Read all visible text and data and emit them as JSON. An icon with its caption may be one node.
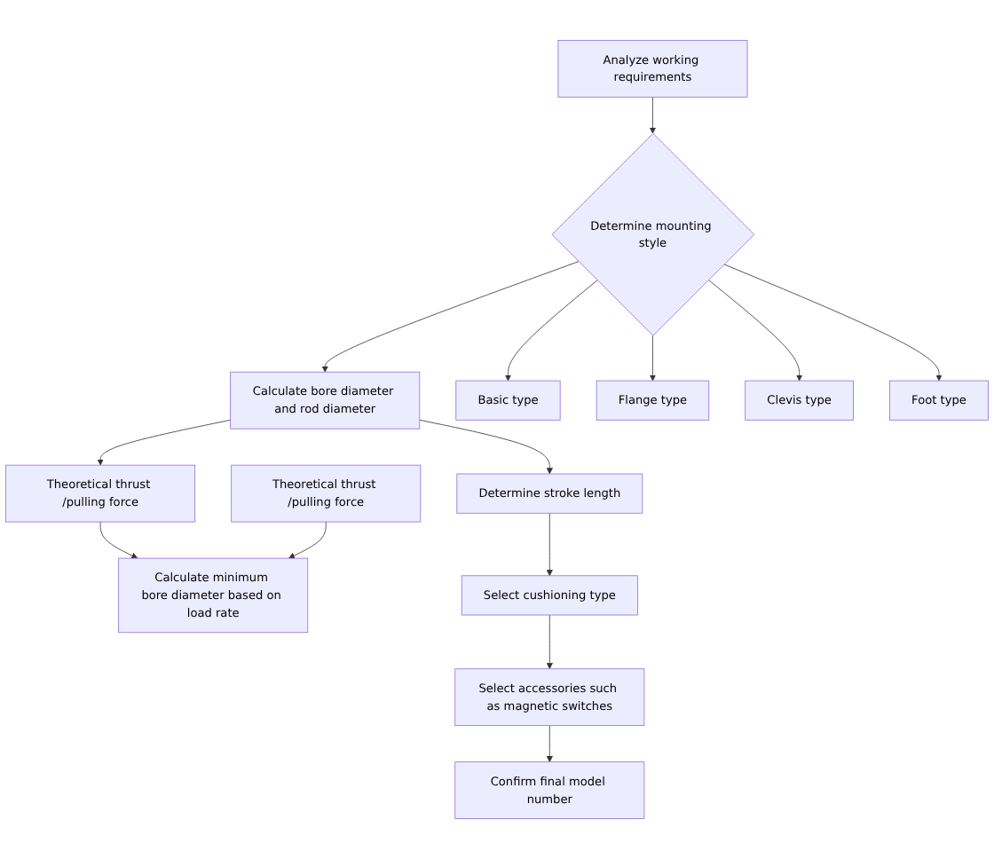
{
  "diagram": {
    "nodes": [
      {
        "text": [
          "Analyze working requirements"
        ]
      },
      {
        "text": [
          "Determine mounting style"
        ]
      },
      {
        "text": [
          "Calculate bore diameter and rod diameter"
        ]
      },
      {
        "text": [
          "Basic type"
        ]
      },
      {
        "text": [
          "Flange type"
        ]
      },
      {
        "text": [
          "Clevis type"
        ]
      },
      {
        "text": [
          "Foot type"
        ]
      },
      {
        "text": [
          "Determine stroke length"
        ]
      },
      {
        "text": [
          "Theoretical thrust /pulling force"
        ]
      },
      {
        "text": [
          "Theoretical thrust /pulling force"
        ]
      },
      {
        "text": [
          "Calculate minimum bore diameter based on load rate"
        ]
      },
      {
        "text": [
          "Select cushioning type"
        ]
      },
      {
        "text": [
          "Select accessories such as magnetic switches"
        ]
      },
      {
        "text": [
          "Confirm final model number"
        ]
      }
    ],
    "edges": [
      {
        "from": 0,
        "to": 1,
        "arrow": "to"
      },
      {
        "from": 1,
        "to": 2,
        "arrow": "to"
      },
      {
        "from": 1,
        "to": 3,
        "arrow": "to"
      },
      {
        "from": 1,
        "to": 4,
        "arrow": "to"
      },
      {
        "from": 1,
        "to": 5,
        "arrow": "to"
      },
      {
        "from": 1,
        "to": 6,
        "arrow": "to"
      },
      {
        "from": 2,
        "to": 7,
        "arrow": "to"
      },
      {
        "from": 2,
        "to": 8,
        "arrow": "to"
      },
      {
        "from": 8,
        "to": 10,
        "arrow": "to"
      },
      {
        "from": 9,
        "to": 10,
        "arrow": "to"
      },
      {
        "from": 7,
        "to": 11,
        "arrow": "to"
      },
      {
        "from": 11,
        "to": 12,
        "arrow": "to"
      },
      {
        "from": 12,
        "to": 13,
        "arrow": "to"
      }
    ]
  }
}
